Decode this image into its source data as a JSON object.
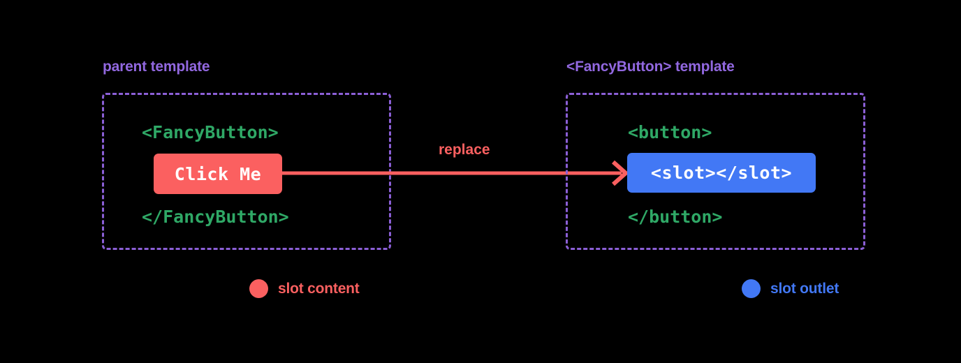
{
  "diagram": {
    "background_color": "#000000",
    "title": "Vue slot content and slot outlet diagram"
  },
  "parent_panel": {
    "caption": "parent template",
    "caption_color": "#9268e0",
    "border_color": "#8b5fd6",
    "code_open": "<FancyButton>",
    "code_close": "</FancyButton>",
    "code_color": "#2fa866",
    "slot_content_label": "Click Me",
    "slot_content_color": "#fb6060"
  },
  "fancy_panel": {
    "caption": "<FancyButton> template",
    "caption_color": "#9268e0",
    "border_color": "#8b5fd6",
    "code_open": "<button>",
    "code_close": "</button>",
    "code_color": "#2fa866",
    "slot_outlet_label": "<slot></slot>",
    "slot_outlet_color": "#4278f5"
  },
  "arrow": {
    "label": "replace",
    "color": "#fb6060"
  },
  "legend": [
    {
      "label": "slot content",
      "color": "#fb6060",
      "icon": "circle-icon"
    },
    {
      "label": "slot outlet",
      "color": "#4278f5",
      "icon": "circle-icon"
    }
  ]
}
